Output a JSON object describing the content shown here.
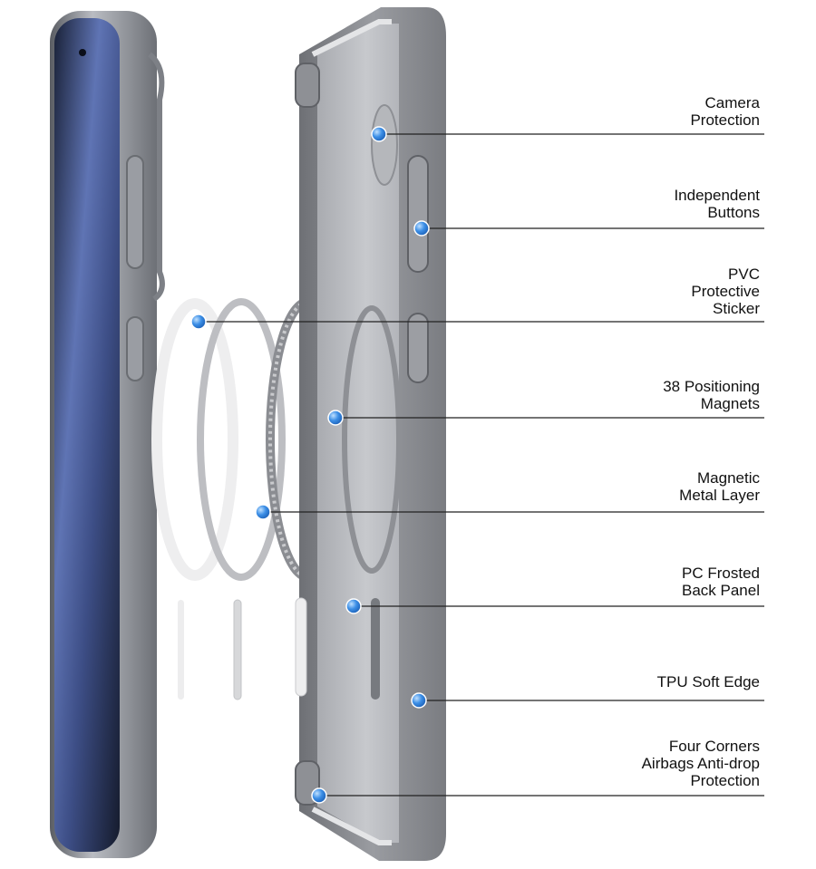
{
  "accent_color": "#2f7fe0",
  "callouts": [
    {
      "label": "Camera\nProtection"
    },
    {
      "label": "Independent\nButtons"
    },
    {
      "label": "PVC\nProtective\nSticker"
    },
    {
      "label": "38 Positioning\nMagnets"
    },
    {
      "label": "Magnetic\nMetal Layer"
    },
    {
      "label": "PC Frosted\nBack Panel"
    },
    {
      "label": "TPU Soft Edge"
    },
    {
      "label": "Four Corners\nAirbags Anti-drop\nProtection"
    }
  ]
}
